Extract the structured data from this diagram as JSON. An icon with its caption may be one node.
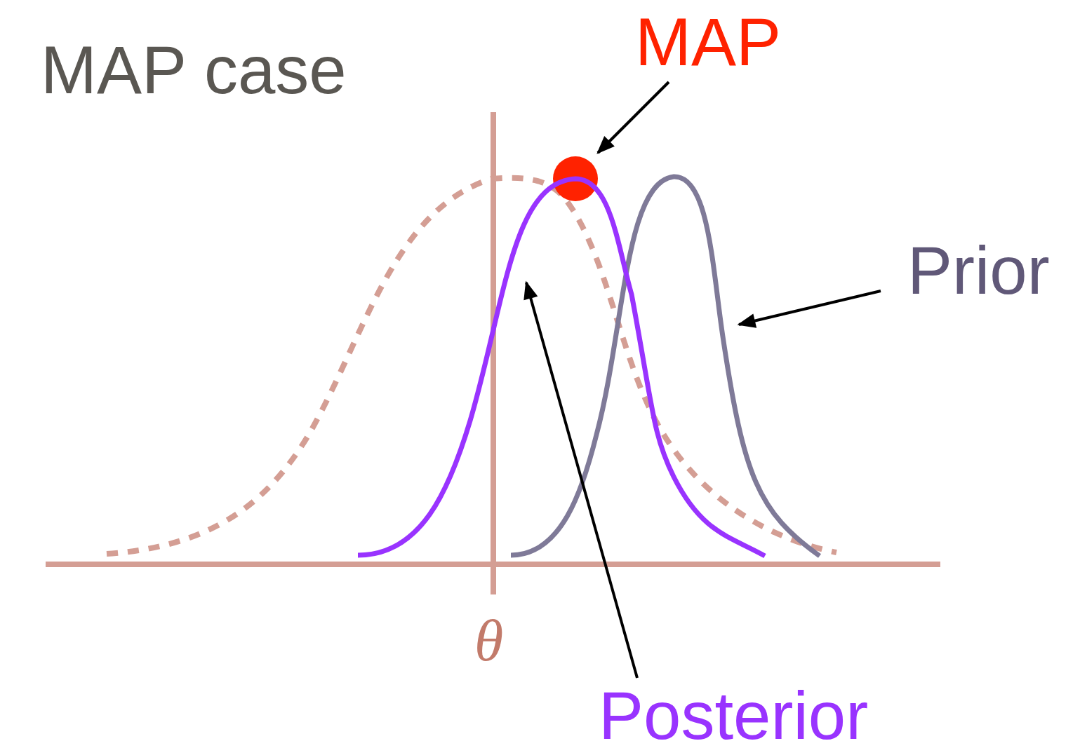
{
  "diagram": {
    "title": "MAP case",
    "nodes": [
      {
        "text": [
          "MAP"
        ]
      },
      {
        "text": [],
        "shape": "circle"
      },
      {
        "text": [
          "Prior"
        ]
      },
      {
        "text": [],
        "shape": "curve"
      },
      {
        "text": [
          "Posterior"
        ]
      },
      {
        "text": [],
        "shape": "curve"
      }
    ],
    "edges": [
      {
        "from": 0,
        "to": 1,
        "arrow": "to"
      },
      {
        "from": 2,
        "to": 3,
        "arrow": "to"
      },
      {
        "from": 4,
        "to": 5,
        "arrow": "to"
      }
    ],
    "labels": [
      "θ"
    ]
  }
}
